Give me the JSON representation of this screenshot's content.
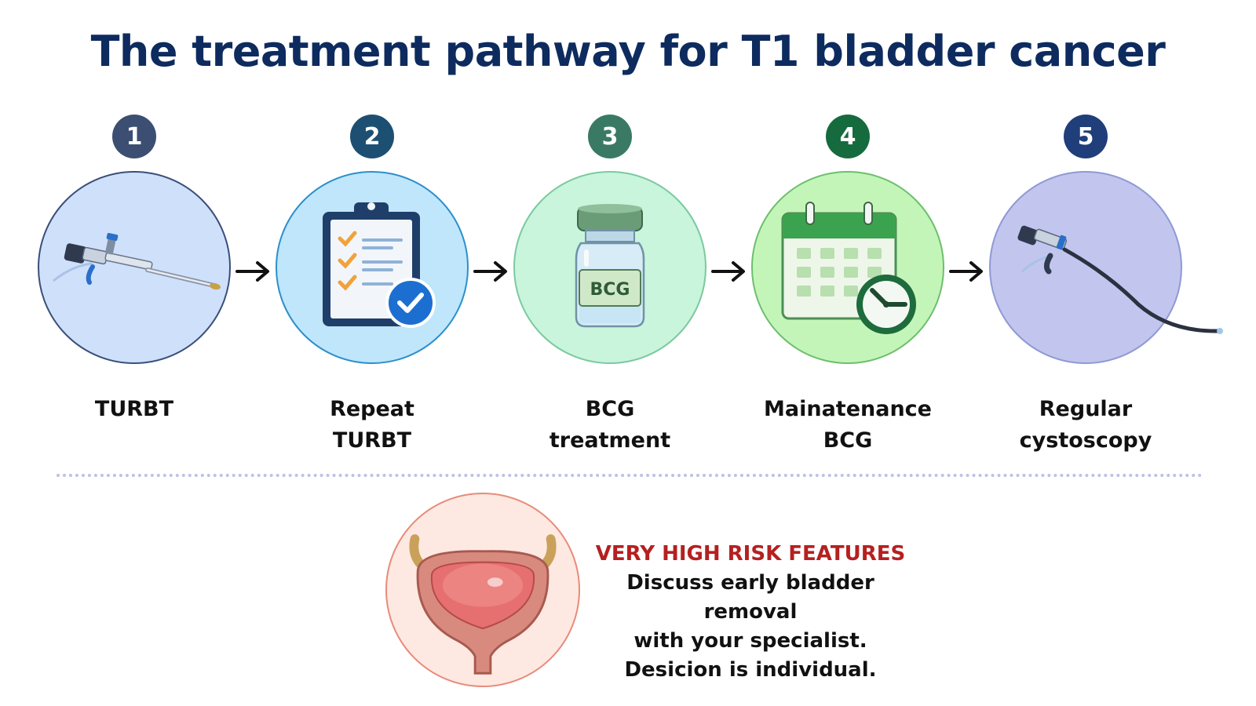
{
  "title": "The treatment pathway for T1 bladder cancer",
  "steps": [
    {
      "number": "1",
      "label_line1": "TURBT",
      "label_line2": "",
      "icon": "resectoscope-icon",
      "badge_color": "#3d4e73",
      "fill": "#cfe0fb",
      "stroke": "#3a4f7a"
    },
    {
      "number": "2",
      "label_line1": "Repeat",
      "label_line2": "TURBT",
      "icon": "clipboard-check-icon",
      "badge_color": "#1d4f73",
      "fill": "#bfe6fb",
      "stroke": "#2c8fcc"
    },
    {
      "number": "3",
      "label_line1": "BCG",
      "label_line2": "treatment",
      "icon": "bcg-vial-icon",
      "badge_color": "#3a7a64",
      "fill": "#c8f5dc",
      "stroke": "#7cc9a0"
    },
    {
      "number": "4",
      "label_line1": "Mainatenance",
      "label_line2": "BCG",
      "icon": "calendar-clock-icon",
      "badge_color": "#166b3e",
      "fill": "#c4f5b8",
      "stroke": "#6dbf6e"
    },
    {
      "number": "5",
      "label_line1": "Regular",
      "label_line2": "cystoscopy",
      "icon": "flexible-cystoscope-icon",
      "badge_color": "#203e7a",
      "fill": "#c2c6ee",
      "stroke": "#8f99d4"
    }
  ],
  "vial_label": "BCG",
  "risk": {
    "heading": "VERY HIGH RISK FEATURES",
    "line1": "Discuss early bladder removal",
    "line2": "with your specialist.",
    "line3": "Desicion is individual.",
    "icon": "bladder-icon"
  }
}
